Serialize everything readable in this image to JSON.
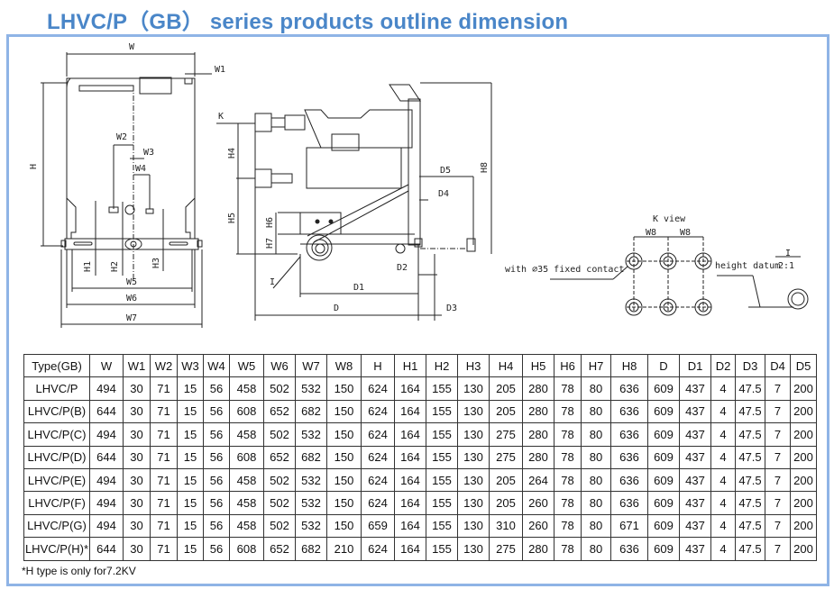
{
  "title": "LHVC/P（GB） series products outline dimension",
  "colors": {
    "title": "#4a86c8",
    "frame": "#8fb4e6"
  },
  "drawing": {
    "front_view_labels": [
      "W",
      "W1",
      "W2",
      "W3",
      "W4",
      "H",
      "H1",
      "H2",
      "H3",
      "W5",
      "W6",
      "W7"
    ],
    "side_view_labels": [
      "K",
      "H4",
      "H5",
      "H6",
      "H7",
      "H8",
      "D5",
      "D4",
      "D2",
      "D1",
      "D",
      "D3",
      "I"
    ],
    "k_view": {
      "title": "K view",
      "w8_label": "W8",
      "contact_note": "with ⌀35 fixed contact",
      "datum_note": "height datum",
      "detail_label": "I",
      "detail_scale": "2:1"
    }
  },
  "table": {
    "headers": [
      "Type(GB)",
      "W",
      "W1",
      "W2",
      "W3",
      "W4",
      "W5",
      "W6",
      "W7",
      "W8",
      "H",
      "H1",
      "H2",
      "H3",
      "H4",
      "H5",
      "H6",
      "H7",
      "H8",
      "D",
      "D1",
      "D2",
      "D3",
      "D4",
      "D5"
    ],
    "rows": [
      [
        "LHVC/P",
        "494",
        "30",
        "71",
        "15",
        "56",
        "458",
        "502",
        "532",
        "150",
        "624",
        "164",
        "155",
        "130",
        "205",
        "280",
        "78",
        "80",
        "636",
        "609",
        "437",
        "4",
        "47.5",
        "7",
        "200"
      ],
      [
        "LHVC/P(B)",
        "644",
        "30",
        "71",
        "15",
        "56",
        "608",
        "652",
        "682",
        "150",
        "624",
        "164",
        "155",
        "130",
        "205",
        "280",
        "78",
        "80",
        "636",
        "609",
        "437",
        "4",
        "47.5",
        "7",
        "200"
      ],
      [
        "LHVC/P(C)",
        "494",
        "30",
        "71",
        "15",
        "56",
        "458",
        "502",
        "532",
        "150",
        "624",
        "164",
        "155",
        "130",
        "275",
        "280",
        "78",
        "80",
        "636",
        "609",
        "437",
        "4",
        "47.5",
        "7",
        "200"
      ],
      [
        "LHVC/P(D)",
        "644",
        "30",
        "71",
        "15",
        "56",
        "608",
        "652",
        "682",
        "150",
        "624",
        "164",
        "155",
        "130",
        "275",
        "280",
        "78",
        "80",
        "636",
        "609",
        "437",
        "4",
        "47.5",
        "7",
        "200"
      ],
      [
        "LHVC/P(E)",
        "494",
        "30",
        "71",
        "15",
        "56",
        "458",
        "502",
        "532",
        "150",
        "624",
        "164",
        "155",
        "130",
        "205",
        "264",
        "78",
        "80",
        "636",
        "609",
        "437",
        "4",
        "47.5",
        "7",
        "200"
      ],
      [
        "LHVC/P(F)",
        "494",
        "30",
        "71",
        "15",
        "56",
        "458",
        "502",
        "532",
        "150",
        "624",
        "164",
        "155",
        "130",
        "205",
        "260",
        "78",
        "80",
        "636",
        "609",
        "437",
        "4",
        "47.5",
        "7",
        "200"
      ],
      [
        "LHVC/P(G)",
        "494",
        "30",
        "71",
        "15",
        "56",
        "458",
        "502",
        "532",
        "150",
        "659",
        "164",
        "155",
        "130",
        "310",
        "260",
        "78",
        "80",
        "671",
        "609",
        "437",
        "4",
        "47.5",
        "7",
        "200"
      ],
      [
        "LHVC/P(H)*",
        "644",
        "30",
        "71",
        "15",
        "56",
        "608",
        "652",
        "682",
        "210",
        "624",
        "164",
        "155",
        "130",
        "275",
        "280",
        "78",
        "80",
        "636",
        "609",
        "437",
        "4",
        "47.5",
        "7",
        "200"
      ]
    ]
  },
  "footnote": "*H type is only for7.2KV"
}
